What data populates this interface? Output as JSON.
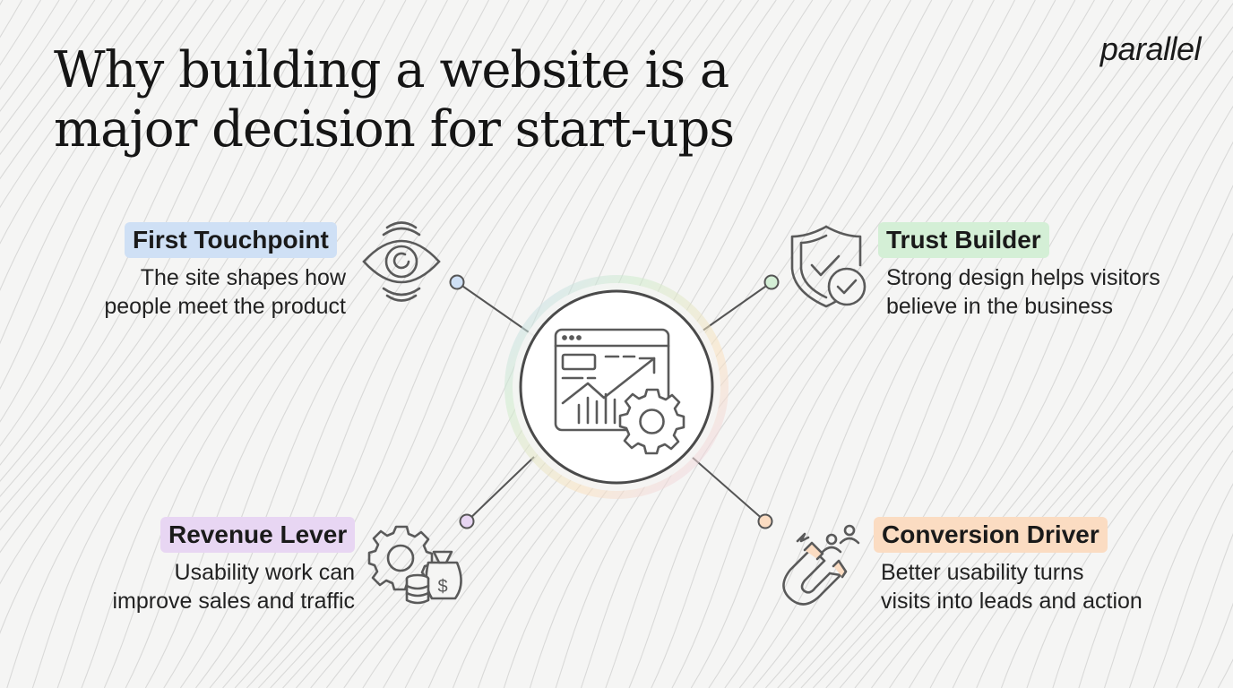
{
  "title": {
    "line1": "Why building a website is a",
    "line2": "major decision for start-ups"
  },
  "logo": "parallel",
  "center_icon": "website-analytics-gear-icon",
  "items": [
    {
      "heading": "First Touchpoint",
      "line1": "The site shapes how",
      "line2": "people meet the product",
      "icon": "eye-icon",
      "color": "#cfe0f5"
    },
    {
      "heading": "Trust Builder",
      "line1": "Strong design helps visitors",
      "line2": "believe in the business",
      "icon": "shield-check-icon",
      "color": "#d4efd6"
    },
    {
      "heading": "Revenue Lever",
      "line1": "Usability work can",
      "line2": "improve sales and traffic",
      "icon": "gear-money-bag-icon",
      "color": "#e8d6f3"
    },
    {
      "heading": "Conversion Driver",
      "line1": "Better usability turns",
      "line2": "visits into leads and action",
      "icon": "magnet-users-icon",
      "color": "#fbdcc2"
    }
  ]
}
